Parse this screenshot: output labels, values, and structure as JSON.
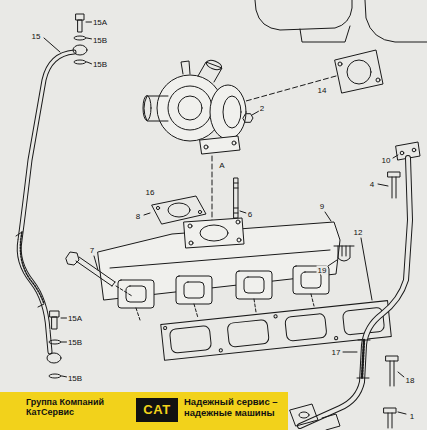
{
  "diagram": {
    "nodes": [
      {
        "text": [
          "Группа Компаний КатСервис",
          "Надежный сервис – надежные машины"
        ]
      },
      {
        "text": [
          "CAT"
        ],
        "in": 0
      }
    ],
    "labels": [
      "15A",
      "15B",
      "15B",
      "15",
      "14",
      "2",
      "A",
      "16",
      "8",
      "6",
      "9",
      "12",
      "10",
      "4",
      "7",
      "19",
      "15A",
      "15B",
      "15B",
      "17",
      "18",
      "1"
    ]
  }
}
